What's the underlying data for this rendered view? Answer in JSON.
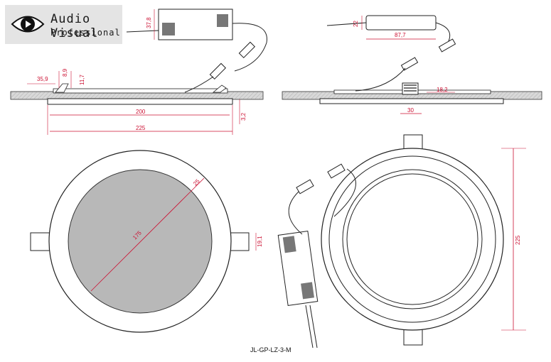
{
  "logo": {
    "line1": "Audio Visual",
    "line2": "Professional",
    "icon": "eye-play-icon"
  },
  "model": "JL-GP-LZ-3-M",
  "dimensions": {
    "side_driver_height": "37,8",
    "side_left_depth": "35,9",
    "side_clip_a": "8,9",
    "side_clip_b": "11,7",
    "side_inner": "200",
    "side_outer": "225",
    "side_thickness": "3,2",
    "driver_height": "22",
    "driver_length": "87,7",
    "panel_depth": "18,2",
    "clip_width": "30",
    "front_margin": "25",
    "front_diameter": "175",
    "tab_size": "19,1",
    "back_diameter": "225"
  },
  "colors": {
    "dimension": "#cc1133",
    "line": "#222222",
    "fill": "#b8b8b8"
  }
}
